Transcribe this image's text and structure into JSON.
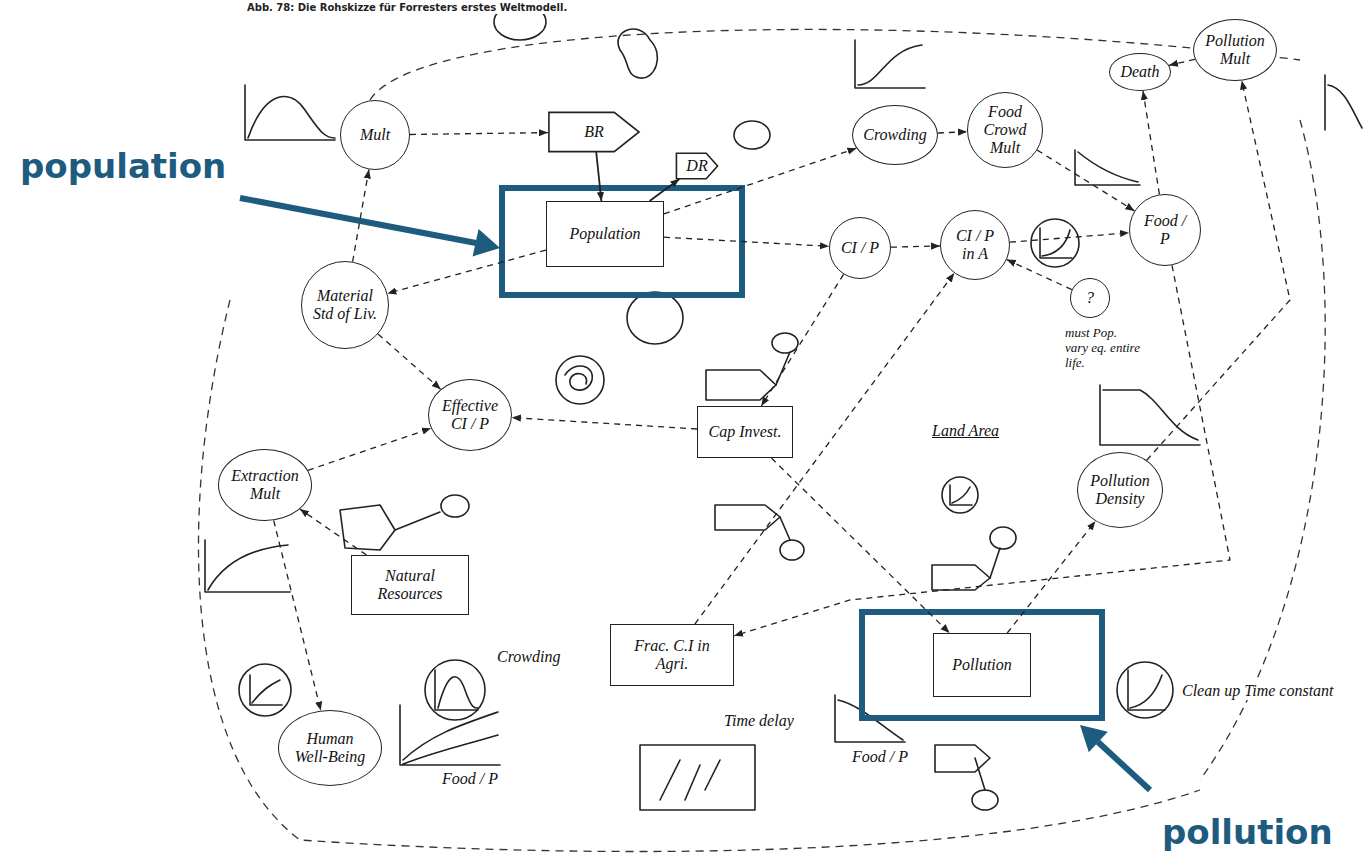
{
  "diagram": {
    "caption": "Abb. 78: Die Rohskizze für Forresters erstes Weltmodell.",
    "nodes": [
      {
        "text": [
          "Mult"
        ]
      },
      {
        "text": [
          "BR"
        ]
      },
      {
        "text": [
          "Population"
        ]
      },
      {
        "text": [
          "DR"
        ]
      },
      {
        "text": [
          "Crowding"
        ]
      },
      {
        "text": [
          "Food Crowd Mult"
        ]
      },
      {
        "text": [
          "Death"
        ]
      },
      {
        "text": [
          "Pollution Mult"
        ]
      },
      {
        "text": [
          "CI / P"
        ]
      },
      {
        "text": [
          "CI / P in A"
        ]
      },
      {
        "text": [
          "Food / P"
        ]
      },
      {
        "text": [
          "?"
        ]
      },
      {
        "text": [
          "Material Std of Liv."
        ]
      },
      {
        "text": [
          "Effective CI / P"
        ]
      },
      {
        "text": [
          "Cap Invest."
        ]
      },
      {
        "text": [
          "Extraction Mult"
        ]
      },
      {
        "text": [
          "Natural Resources"
        ]
      },
      {
        "text": [
          "Pollution Density"
        ]
      },
      {
        "text": [
          "Frac. C.I in Agri."
        ]
      },
      {
        "text": [
          "Pollution"
        ]
      },
      {
        "text": [
          "Human Well-Being"
        ]
      }
    ],
    "edges": [
      {
        "from": 1,
        "to": 2,
        "arrow": "to"
      },
      {
        "from": 2,
        "to": 3,
        "arrow": "to"
      },
      {
        "from": 0,
        "to": 1,
        "arrow": "to"
      },
      {
        "from": 12,
        "to": 0,
        "arrow": "to"
      },
      {
        "from": 2,
        "to": 12,
        "arrow": "to"
      },
      {
        "from": 2,
        "to": 8,
        "arrow": "to"
      },
      {
        "from": 8,
        "to": 9,
        "arrow": "to"
      },
      {
        "from": 9,
        "to": 10,
        "arrow": "to"
      },
      {
        "from": 2,
        "to": 4,
        "arrow": "to"
      },
      {
        "from": 4,
        "to": 5,
        "arrow": "to"
      },
      {
        "from": 5,
        "to": 10,
        "arrow": "to"
      },
      {
        "from": 10,
        "to": 6,
        "arrow": "to"
      },
      {
        "from": 7,
        "to": 6,
        "arrow": "to"
      },
      {
        "from": 17,
        "to": 7,
        "arrow": "to"
      },
      {
        "from": 19,
        "to": 17,
        "arrow": "to"
      },
      {
        "from": 14,
        "to": 19,
        "arrow": "to"
      },
      {
        "from": 8,
        "to": 14,
        "arrow": "to"
      },
      {
        "from": 14,
        "to": 13,
        "arrow": "to"
      },
      {
        "from": 12,
        "to": 13,
        "arrow": "to"
      },
      {
        "from": 15,
        "to": 13,
        "arrow": "to"
      },
      {
        "from": 16,
        "to": 15,
        "arrow": "to"
      },
      {
        "from": 18,
        "to": 9,
        "arrow": "to"
      },
      {
        "from": 10,
        "to": 18,
        "arrow": "to"
      },
      {
        "from": 11,
        "to": 9,
        "arrow": "to"
      },
      {
        "from": 15,
        "to": 20,
        "arrow": "to"
      }
    ],
    "labels": [
      "population",
      "pollution",
      "Land Area",
      "Crowding",
      "Food / P",
      "Food / P",
      "Time delay",
      "Clean up Time constant",
      "must Pop. vary eq. entire life."
    ]
  }
}
